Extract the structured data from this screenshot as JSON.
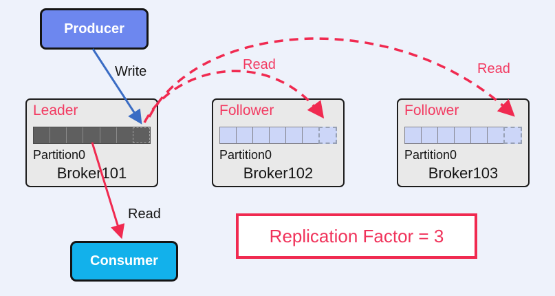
{
  "title": "Kafka replication diagram",
  "colors": {
    "background": "#eef2fb",
    "producer_fill": "#6d87ef",
    "consumer_fill": "#12b1eb",
    "broker_fill": "#e9e9e9",
    "leader_partition_fill": "#5f5f5f",
    "follower_partition_fill": "#ccd6f8",
    "accent_red": "#f02a50",
    "accent_blue": "#3a6cc4"
  },
  "nodes": {
    "producer": {
      "label": "Producer"
    },
    "consumer": {
      "label": "Consumer"
    },
    "brokers": [
      {
        "role": "Leader",
        "partition": "Partition0",
        "name": "Broker101",
        "cells": 7,
        "last_cell_style": "dashed"
      },
      {
        "role": "Follower",
        "partition": "Partition0",
        "name": "Broker102",
        "cells": 7,
        "last_cell_style": "dashed"
      },
      {
        "role": "Follower",
        "partition": "Partition0",
        "name": "Broker103",
        "cells": 7,
        "last_cell_style": "dashed"
      }
    ]
  },
  "edges": {
    "write_label": "Write",
    "consumer_read_label": "Read",
    "replica_read_label_102": "Read",
    "replica_read_label_103": "Read"
  },
  "callout": {
    "text": "Replication Factor = 3"
  }
}
